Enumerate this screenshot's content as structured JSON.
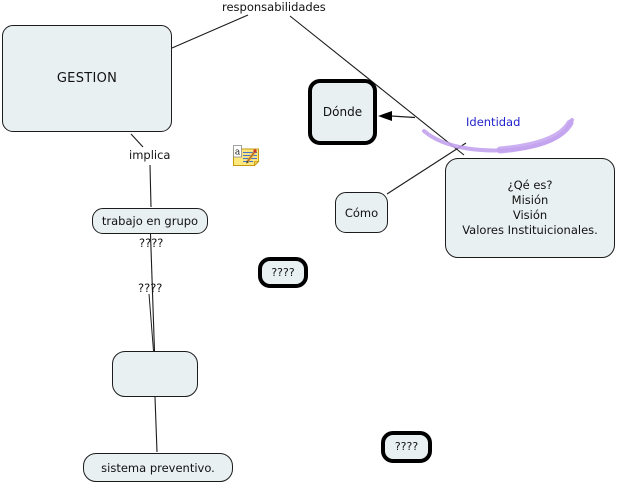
{
  "colors": {
    "node_fill": "#e9f0f2",
    "node_border": "#1c1c1c",
    "identidad_text": "#2323cd",
    "swoosh": "#c3a2ee",
    "line": "#1c1c1c"
  },
  "nodes": {
    "gestion": {
      "label": "GESTION"
    },
    "donde": {
      "label": "Dónde"
    },
    "como": {
      "label": "Cómo"
    },
    "que_es": {
      "line1": "¿Qé es?",
      "line2": "Misión",
      "line3": "Visión",
      "line4": "Valores Instituicionales."
    },
    "trabajo_en_grupo": {
      "label": "trabajo en grupo"
    },
    "unknown_middle": {
      "label": "????"
    },
    "empty_node": {
      "label": ""
    },
    "sistema_preventivo": {
      "label": "sistema preventivo."
    },
    "unknown_bottom": {
      "label": "????"
    }
  },
  "linking_phrases": {
    "responsabilidades": "responsabilidades",
    "implica": "implica",
    "identidad": "Identidad",
    "question1": "????",
    "question2": "????"
  },
  "icons": {
    "annotation_note": "annotation-note-icon",
    "annotation_letter": "a"
  }
}
